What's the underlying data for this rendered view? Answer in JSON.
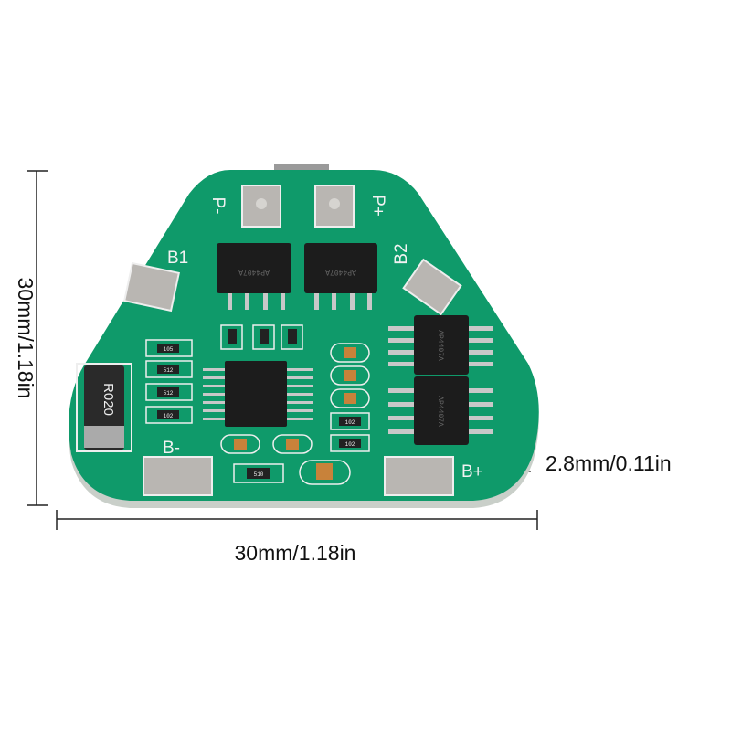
{
  "dimensions": {
    "height_label": "30mm/1.18in",
    "width_label": "30mm/1.18in",
    "thickness_label": "2.8mm/0.11in"
  },
  "board": {
    "pads": {
      "p_minus": "P-",
      "p_plus": "P+",
      "b1": "B1",
      "b2": "B2",
      "b_minus": "B-",
      "b_plus": "B+"
    },
    "shunt_resistor": "R020",
    "resistors_left": [
      "105",
      "512",
      "512",
      "102"
    ],
    "resistors_right": [
      "102",
      "102"
    ],
    "resistor_bottom": "510",
    "mosfet_marking": "AP4407A",
    "colors": {
      "pcb": "#0f9a6a",
      "pad": "#b9b6b2",
      "chip": "#1c1c1c",
      "capacitor": "#c8823a"
    }
  }
}
